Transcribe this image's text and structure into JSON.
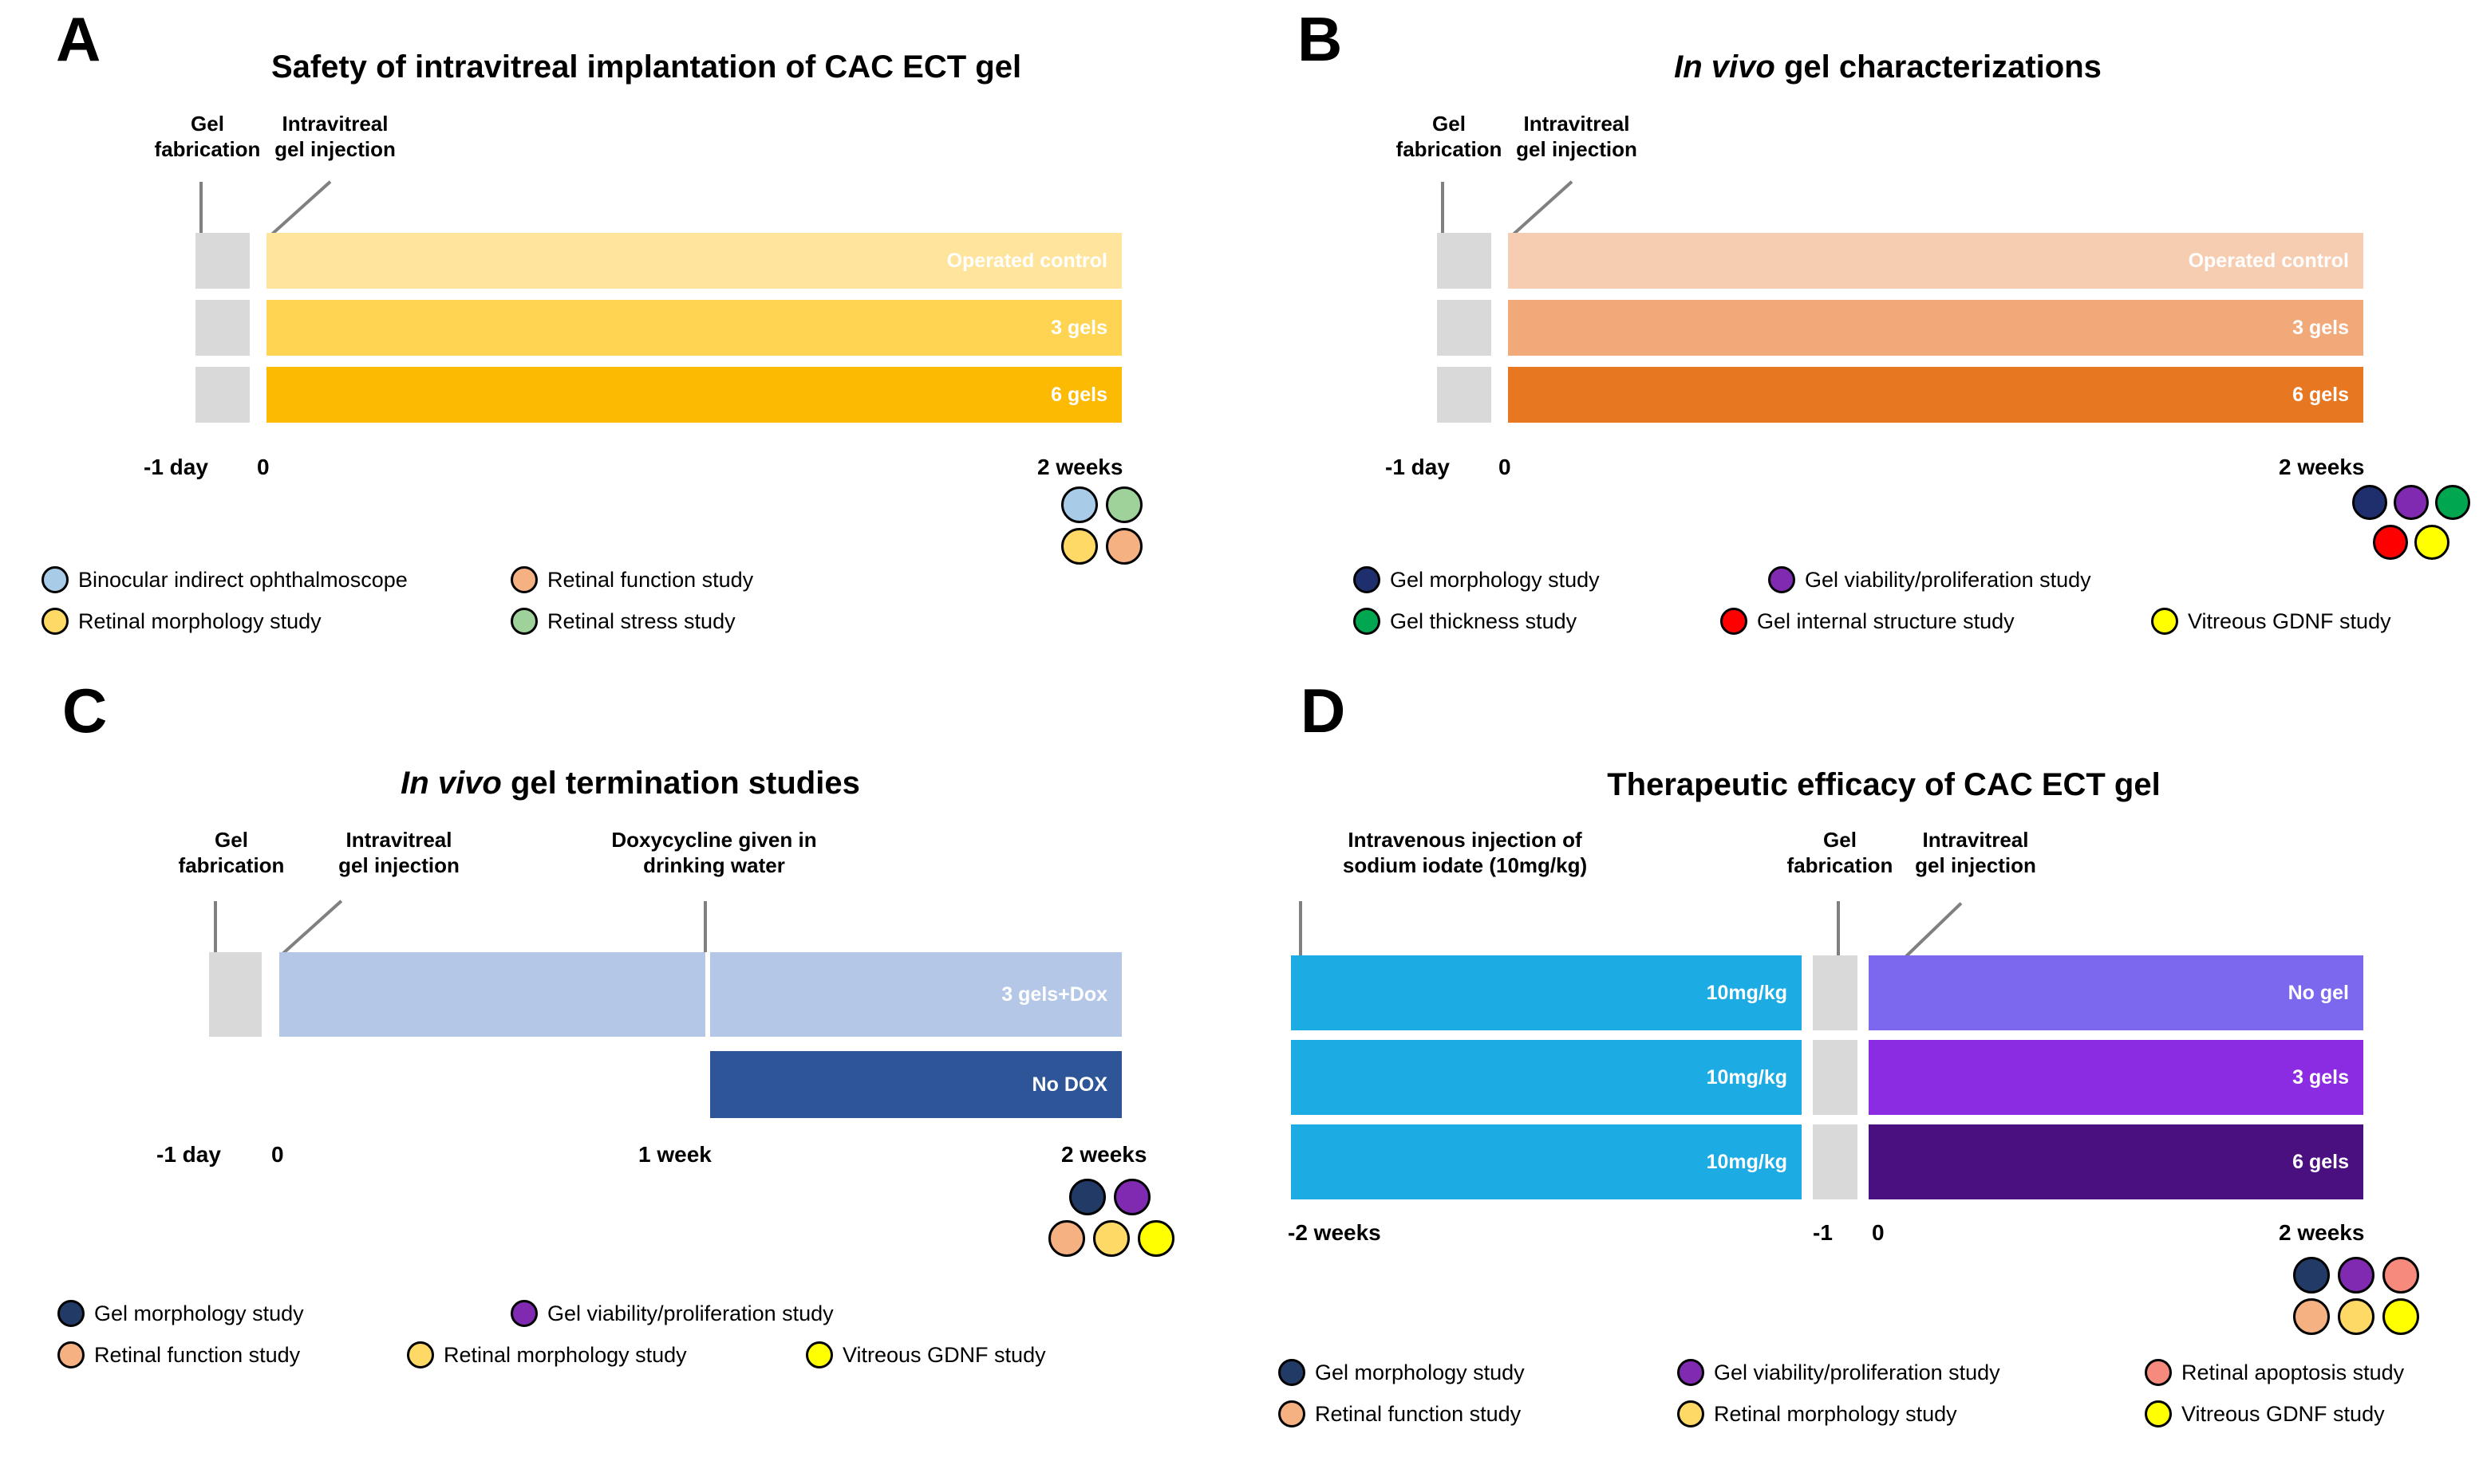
{
  "figure": {
    "panels": [
      {
        "letter": "A",
        "title_plain": "Safety of intravitreal implantation of CAC ECT gel",
        "events": [
          {
            "label_line1": "Gel",
            "label_line2": "fabrication"
          },
          {
            "label_line1": "Intravitreal",
            "label_line2": "gel injection"
          }
        ],
        "bars": [
          {
            "label": "Operated control",
            "color": "#ffe49c"
          },
          {
            "label": "3 gels",
            "color": "#ffd452"
          },
          {
            "label": "6 gels",
            "color": "#fcba03"
          }
        ],
        "axis": [
          {
            "text": "-1 day"
          },
          {
            "text": "0"
          },
          {
            "text": "2 weeks"
          }
        ],
        "endpoint_dots": [
          {
            "name": "binocular-indirect-ophthalmoscope",
            "color": "#a8cbe8"
          },
          {
            "name": "retinal-stress-study",
            "color": "#9fd19b"
          },
          {
            "name": "retinal-morphology-study",
            "color": "#ffd966"
          },
          {
            "name": "retinal-function-study",
            "color": "#f6b183"
          }
        ],
        "legend": [
          {
            "label": "Binocular indirect ophthalmoscope",
            "color": "#a8cbe8"
          },
          {
            "label": "Retinal function study",
            "color": "#f6b183"
          },
          {
            "label": "Retinal morphology study",
            "color": "#ffd966"
          },
          {
            "label": "Retinal stress study",
            "color": "#9fd19b"
          }
        ]
      },
      {
        "letter": "B",
        "title_italic": "In vivo",
        "title_rest": " gel characterizations",
        "events": [
          {
            "label_line1": "Gel",
            "label_line2": "fabrication"
          },
          {
            "label_line1": "Intravitreal",
            "label_line2": "gel injection"
          }
        ],
        "bars": [
          {
            "label": "Operated control",
            "color": "#f7cdb2"
          },
          {
            "label": "3 gels",
            "color": "#f2a97a"
          },
          {
            "label": "6 gels",
            "color": "#e87722"
          }
        ],
        "axis": [
          {
            "text": "-1 day"
          },
          {
            "text": "0"
          },
          {
            "text": "2 weeks"
          }
        ],
        "endpoint_dots": [
          {
            "name": "gel-morphology-study",
            "color": "#1f2f6e"
          },
          {
            "name": "gel-viability-proliferation-study",
            "color": "#7f2ab0"
          },
          {
            "name": "gel-thickness-study",
            "color": "#00a650"
          },
          {
            "name": "gel-internal-structure-study",
            "color": "#ff0000"
          },
          {
            "name": "vitreous-gdnf-study",
            "color": "#ffff00"
          }
        ],
        "legend": [
          {
            "label": "Gel morphology study",
            "color": "#1f2f6e"
          },
          {
            "label": "Gel viability/proliferation study",
            "color": "#7f2ab0"
          },
          {
            "label": "Gel thickness study",
            "color": "#00a650"
          },
          {
            "label": "Gel internal structure study",
            "color": "#ff0000"
          },
          {
            "label": "Vitreous GDNF study",
            "color": "#ffff00"
          }
        ]
      },
      {
        "letter": "C",
        "title_italic": "In vivo",
        "title_rest": " gel termination studies",
        "events": [
          {
            "label_line1": "Gel",
            "label_line2": "fabrication"
          },
          {
            "label_line1": "Intravitreal",
            "label_line2": "gel injection"
          },
          {
            "label_line1": "Doxycycline given in",
            "label_line2": "drinking water"
          }
        ],
        "bars": [
          {
            "label": "3 gels+Dox",
            "color": "#b4c7e7"
          },
          {
            "label": "No DOX",
            "color": "#2e5597"
          }
        ],
        "axis": [
          {
            "text": "-1 day"
          },
          {
            "text": "0"
          },
          {
            "text": "1 week"
          },
          {
            "text": "2 weeks"
          }
        ],
        "endpoint_dots": [
          {
            "name": "gel-morphology-study",
            "color": "#223b66"
          },
          {
            "name": "gel-viability-proliferation-study",
            "color": "#7f2ab0"
          },
          {
            "name": "retinal-function-study",
            "color": "#f6b183"
          },
          {
            "name": "retinal-morphology-study",
            "color": "#ffd966"
          },
          {
            "name": "vitreous-gdnf-study",
            "color": "#ffff00"
          }
        ],
        "legend": [
          {
            "label": "Gel morphology study",
            "color": "#223b66"
          },
          {
            "label": "Gel viability/proliferation study",
            "color": "#7f2ab0"
          },
          {
            "label": "Retinal function study",
            "color": "#f6b183"
          },
          {
            "label": "Retinal morphology study",
            "color": "#ffd966"
          },
          {
            "label": "Vitreous GDNF study",
            "color": "#ffff00"
          }
        ]
      },
      {
        "letter": "D",
        "title_plain": "Therapeutic efficacy of CAC ECT gel",
        "events": [
          {
            "label_line1": "Intravenous injection of",
            "label_line2": "sodium iodate (10mg/kg)"
          },
          {
            "label_line1": "Gel",
            "label_line2": "fabrication"
          },
          {
            "label_line1": "Intravitreal",
            "label_line2": "gel injection"
          }
        ],
        "bars_left": [
          {
            "label": "10mg/kg",
            "color": "#1cabe2"
          },
          {
            "label": "10mg/kg",
            "color": "#1cabe2"
          },
          {
            "label": "10mg/kg",
            "color": "#1cabe2"
          }
        ],
        "bars_right": [
          {
            "label": "No gel",
            "color": "#7b68ee"
          },
          {
            "label": "3 gels",
            "color": "#8b2be2"
          },
          {
            "label": "6 gels",
            "color": "#4b1080"
          }
        ],
        "axis": [
          {
            "text": "-2 weeks"
          },
          {
            "text": "-1"
          },
          {
            "text": "0"
          },
          {
            "text": "2 weeks"
          }
        ],
        "endpoint_dots": [
          {
            "name": "gel-morphology-study",
            "color": "#223b66"
          },
          {
            "name": "gel-viability-proliferation-study",
            "color": "#7f2ab0"
          },
          {
            "name": "retinal-apoptosis-study",
            "color": "#f58a7d"
          },
          {
            "name": "retinal-function-study",
            "color": "#f6b183"
          },
          {
            "name": "retinal-morphology-study",
            "color": "#ffd966"
          },
          {
            "name": "vitreous-gdnf-study",
            "color": "#ffff00"
          }
        ],
        "legend": [
          {
            "label": "Gel morphology study",
            "color": "#223b66"
          },
          {
            "label": "Gel viability/proliferation study",
            "color": "#7f2ab0"
          },
          {
            "label": "Retinal apoptosis study",
            "color": "#f58a7d"
          },
          {
            "label": "Retinal function study",
            "color": "#f6b183"
          },
          {
            "label": "Retinal morphology study",
            "color": "#ffd966"
          },
          {
            "label": "Vitreous GDNF study",
            "color": "#ffff00"
          }
        ]
      }
    ]
  }
}
